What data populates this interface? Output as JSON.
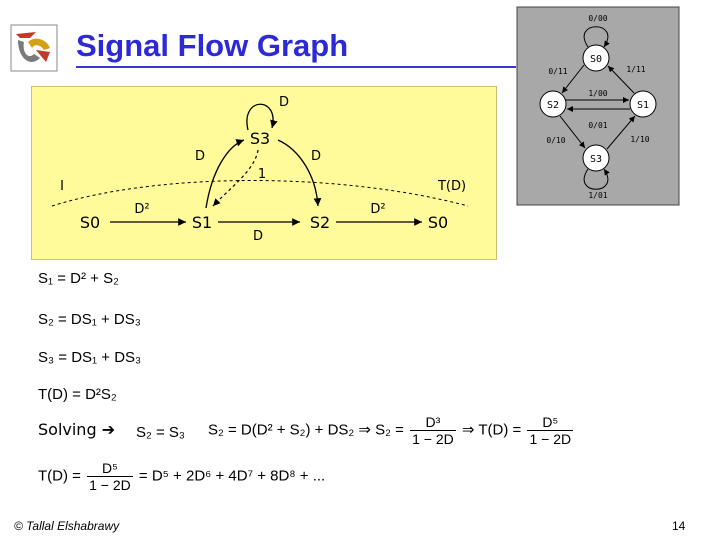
{
  "title": "Signal Flow Graph",
  "state_diagram": {
    "nodes": [
      "S0",
      "S1",
      "S2",
      "S3"
    ],
    "edge_labels": {
      "s0_self": "0/00",
      "s0_to_s2": "0/11",
      "s1_to_s0": "1/11",
      "s2_to_s1": "1/00",
      "s1_to_s2": "0/01",
      "s2_to_s3": "0/10",
      "s3_to_s1": "1/10",
      "s3_self": "1/01"
    }
  },
  "flow_graph": {
    "nodes": [
      "S0",
      "S1",
      "S2",
      "S0"
    ],
    "s3": "S3",
    "branch_labels": {
      "top_loop": "D",
      "s1_to_s3": "D",
      "s3_to_s2": "D",
      "s3_to_s1": "1",
      "s0_to_s1": "D²",
      "s1_to_s2": "D",
      "s2_to_s0": "D²"
    },
    "input_label": "I",
    "output_label": "T(D)"
  },
  "equations": {
    "eq1": "S₁ = D² + S₂",
    "eq2": "S₂ = DS₁ + DS₃",
    "eq3": "S₃ = DS₁ + DS₃",
    "eq4": "T(D) = D²S₂",
    "solving_label": "Solving ➔",
    "eq5": "S₂ = S₃",
    "eq6_lhs": "S₂ = D(D² + S₂) + DS₂ ⇒ S₂ =",
    "eq6_num": "D³",
    "eq6_den": "1 − 2D",
    "eq6_arrow": "⇒ T(D) =",
    "eq6_num2": "D⁵",
    "eq6_den2": "1 − 2D",
    "eq7_lhs": "T(D) =",
    "eq7_num": "D⁵",
    "eq7_den": "1 − 2D",
    "eq7_rhs": "= D⁵ + 2D⁶ + 4D⁷ + 8D⁸ + ..."
  },
  "footer": {
    "copyright": "© Tallal Elshabrawy",
    "page_number": "14"
  },
  "colors": {
    "title": "#2b2ad6",
    "flow_box": "#fffb9b",
    "state_box": "#a8a8a8"
  }
}
